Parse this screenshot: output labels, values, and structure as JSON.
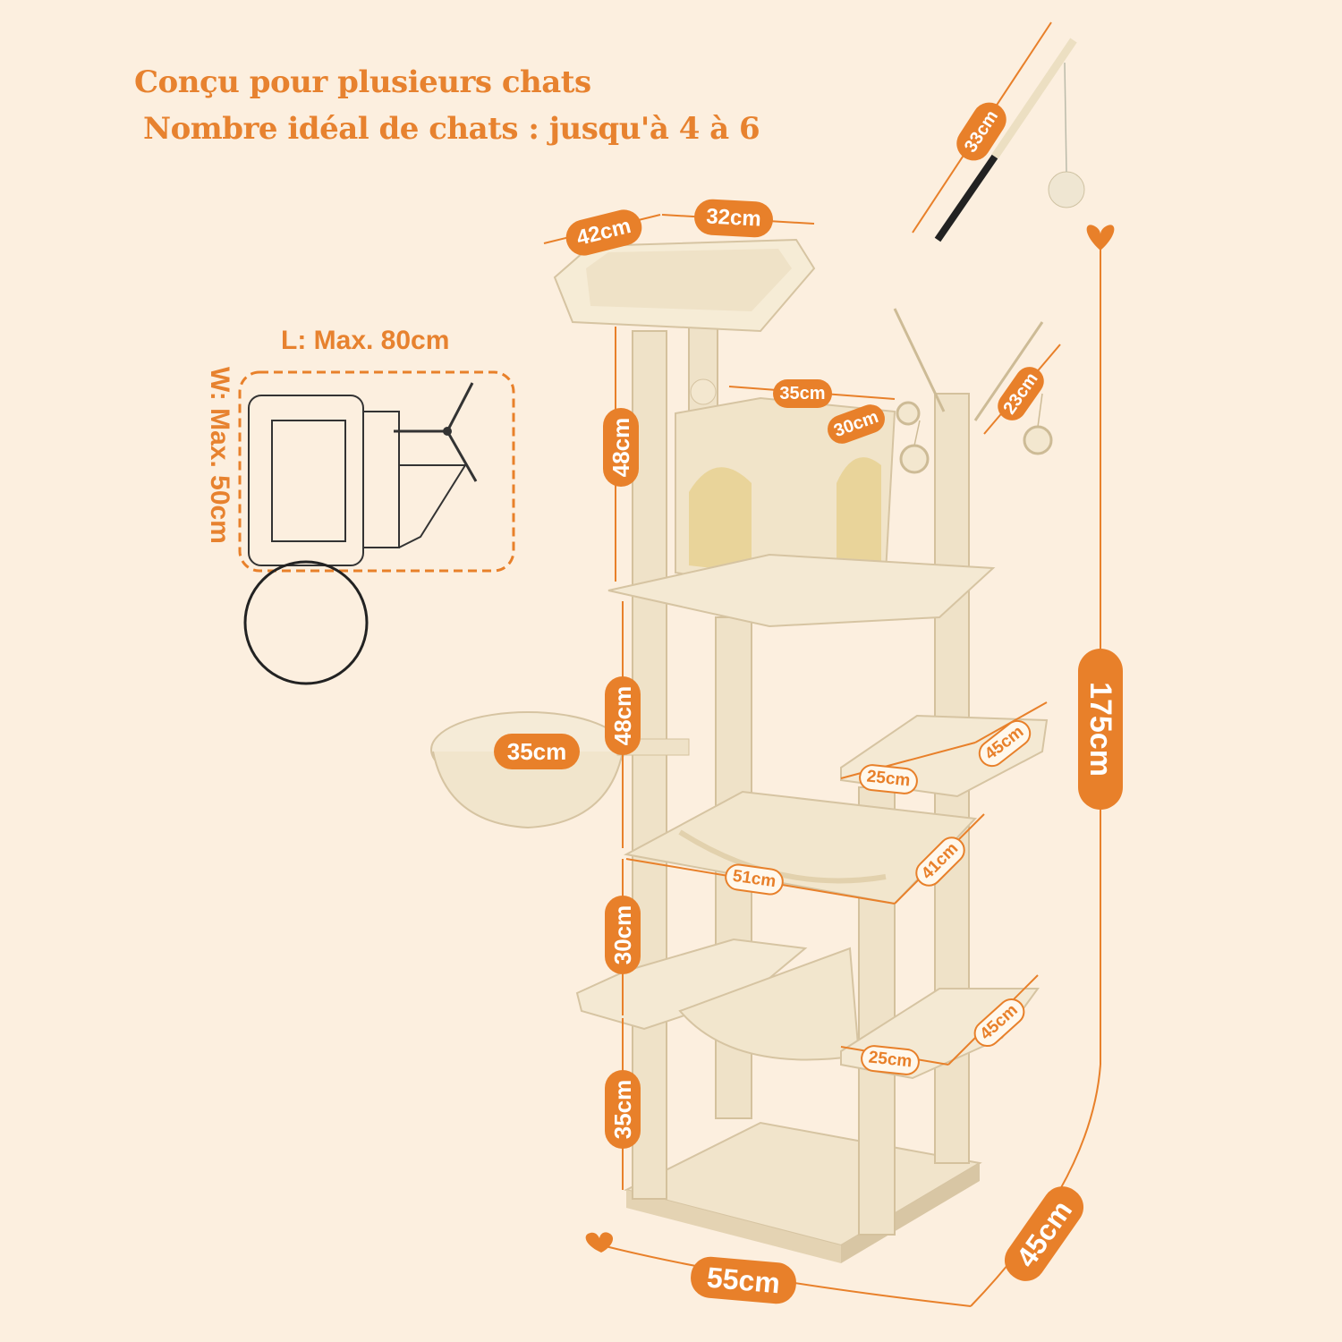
{
  "headline": {
    "line1": "Conçu pour plusieurs chats",
    "line2": "Nombre idéal de chats : jusqu'à 4 à 6"
  },
  "room": {
    "length_label": "L: Max. 80cm",
    "width_label": "W: Max. 50cm"
  },
  "dimensions": {
    "top_perch_width": "42cm",
    "top_perch_depth": "32cm",
    "wand": "33cm",
    "condo_width": "35cm",
    "condo_depth": "30cm",
    "side_post": "23cm",
    "height_1": "48cm",
    "height_2": "48cm",
    "height_3": "30cm",
    "height_4": "35cm",
    "basket": "35cm",
    "mid_platform_depth": "25cm",
    "mid_platform_width": "45cm",
    "hammock_width": "51cm",
    "hammock_depth": "41cm",
    "low_platform_depth": "25cm",
    "low_platform_width": "45cm",
    "total_height": "175cm",
    "base_width": "55cm",
    "base_depth": "45cm"
  },
  "colors": {
    "background": "#fcefdf",
    "accent": "#e8802a",
    "plush": "#f3e7cf",
    "plush_shadow": "#d8c7a4"
  }
}
